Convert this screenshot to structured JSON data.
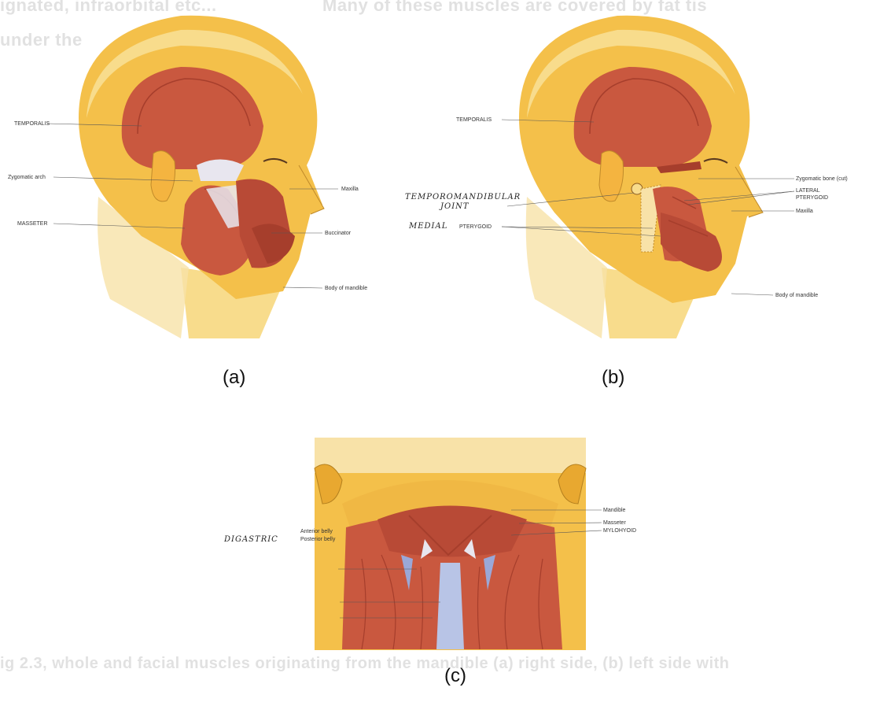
{
  "background_text": {
    "top_left": "ignated, infraorbital etc...",
    "top_right": "Many of these muscles are covered by fat tis",
    "line2": "under the",
    "bottom": "ig 2.3, whole and facial muscles originating from the mandible (a) right side, (b) left side with"
  },
  "panel_a": {
    "caption": "(a)",
    "labels": {
      "temporalis": "TEMPORALIS",
      "zygomatic_arch": "Zygomatic arch",
      "masseter": "MASSETER",
      "maxilla": "Maxilla",
      "buccinator": "Buccinator",
      "body_of_mandible": "Body of mandible"
    }
  },
  "panel_b": {
    "caption": "(b)",
    "labels": {
      "temporalis": "TEMPORALIS",
      "tmj_line1": "TEMPOROMANDIBULAR",
      "tmj_line2": "JOINT",
      "medial": "MEDIAL",
      "pterygoid": "PTERYGOID",
      "zygomatic_bone": "Zygomatic bone (cut)",
      "lateral": "LATERAL",
      "pterygoid_lat": "PTERYGOID",
      "maxilla": "Maxilla",
      "body_of_mandible": "Body of mandible"
    }
  },
  "panel_c": {
    "caption": "(c)",
    "labels": {
      "digastric": "DIGASTRIC",
      "anterior_belly": "Anterior belly",
      "posterior_belly": "Posterior belly",
      "mandible": "Mandible",
      "masseter": "Masseter",
      "mylohyoid": "MYLOHYOID"
    }
  },
  "colors": {
    "skin": "#f4c04a",
    "skin_light": "#f8dc8c",
    "muscle": "#c9583f",
    "muscle_dark": "#a63e2c",
    "tendon": "#e8e6ef",
    "neck_blue": "#b8c4e6"
  }
}
